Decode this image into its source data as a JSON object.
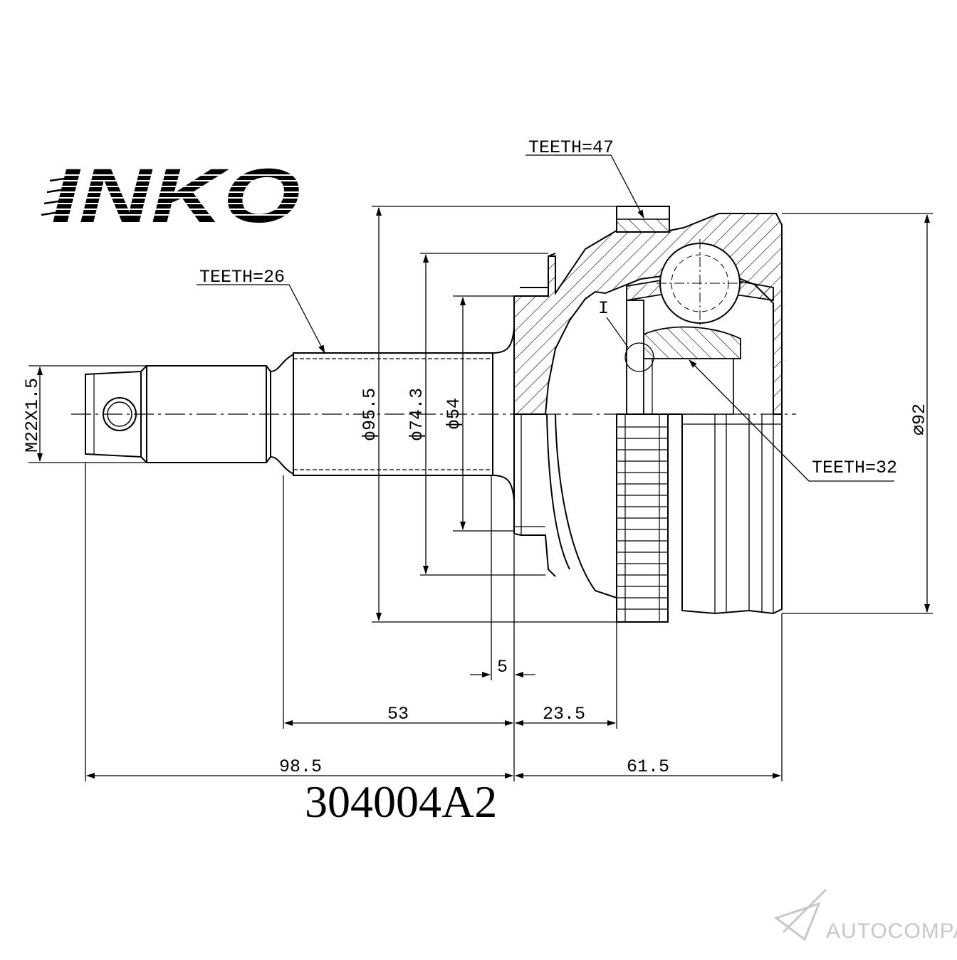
{
  "brand": {
    "logo_text": "INKO"
  },
  "part_number": "304004A2",
  "teeth": {
    "outer": "TEETH=47",
    "shaft": "TEETH=26",
    "inner": "TEETH=32"
  },
  "detail_label": "I",
  "diameters": {
    "d1": "ϕ95.5",
    "d2": "ϕ74.3",
    "d3": "ϕ54",
    "outer": "∅92"
  },
  "thread": "M22X1.5",
  "lengths": {
    "l1": "5",
    "l2": "53",
    "l3": "23.5",
    "l4": "98.5",
    "l5": "61.5"
  },
  "watermark": "AUTOCOMPAS",
  "colors": {
    "line": "#000000",
    "watermark": "#c8c8c8"
  }
}
